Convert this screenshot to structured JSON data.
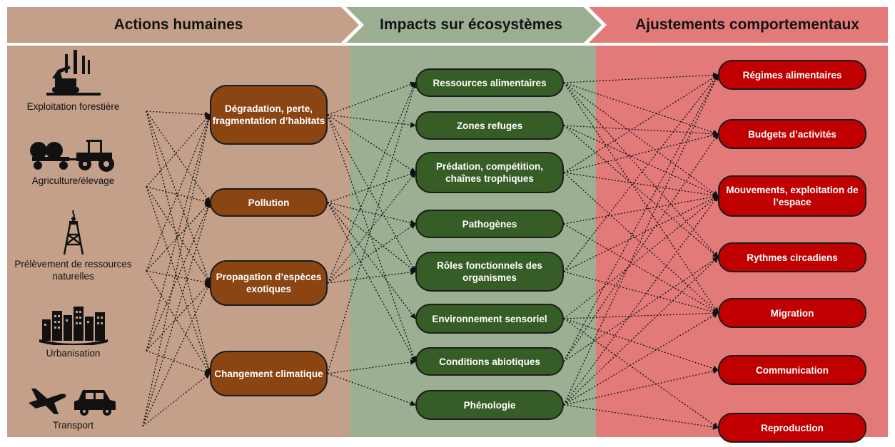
{
  "colors": {
    "actions_bg": "#c4a08a",
    "impacts_bg": "#9caf93",
    "adjust_bg": "#e27a7a",
    "action_box": "#8b4513",
    "impact_box": "#375d27",
    "adjust_box": "#c00000"
  },
  "headers": {
    "actions": "Actions humaines",
    "impacts": "Impacts sur écosystèmes",
    "adjust": "Ajustements comportementaux"
  },
  "sources": [
    {
      "label": "Exploitation forestière",
      "icon": "excavator-icon"
    },
    {
      "label": "Agriculture/élevage",
      "icon": "tractor-icon"
    },
    {
      "label": "Prélèvement de ressources naturelles",
      "icon": "oil-derrick-icon"
    },
    {
      "label": "Urbanisation",
      "icon": "city-icon"
    },
    {
      "label": "Transport",
      "icon": "plane-car-icon"
    }
  ],
  "actions": [
    {
      "label": "Dégradation, perte, fragmentation d’habitats"
    },
    {
      "label": "Pollution"
    },
    {
      "label": "Propagation d’espèces exotiques"
    },
    {
      "label": "Changement climatique"
    }
  ],
  "impacts": [
    {
      "label": "Ressources alimentaires"
    },
    {
      "label": "Zones refuges"
    },
    {
      "label": "Prédation, compétition, chaînes trophiques"
    },
    {
      "label": "Pathogènes"
    },
    {
      "label": "Rôles fonctionnels des organismes"
    },
    {
      "label": "Environnement sensoriel"
    },
    {
      "label": "Conditions abiotiques"
    },
    {
      "label": "Phénologie"
    }
  ],
  "adjustments": [
    {
      "label": "Régimes alimentaires"
    },
    {
      "label": "Budgets d’activités"
    },
    {
      "label": "Mouvements, exploitation de l’espace"
    },
    {
      "label": "Rythmes circadiens"
    },
    {
      "label": "Migration"
    },
    {
      "label": "Communication"
    },
    {
      "label": "Reproduction"
    }
  ],
  "links": {
    "source_to_action": [
      [
        0,
        0
      ],
      [
        0,
        1
      ],
      [
        0,
        2
      ],
      [
        0,
        3
      ],
      [
        1,
        0
      ],
      [
        1,
        1
      ],
      [
        1,
        2
      ],
      [
        1,
        3
      ],
      [
        2,
        0
      ],
      [
        2,
        1
      ],
      [
        2,
        2
      ],
      [
        2,
        3
      ],
      [
        3,
        0
      ],
      [
        3,
        1
      ],
      [
        3,
        2
      ],
      [
        3,
        3
      ],
      [
        4,
        0
      ],
      [
        4,
        1
      ],
      [
        4,
        2
      ],
      [
        4,
        3
      ]
    ],
    "action_to_impact": [
      [
        0,
        0
      ],
      [
        0,
        1
      ],
      [
        0,
        2
      ],
      [
        0,
        4
      ],
      [
        0,
        6
      ],
      [
        1,
        2
      ],
      [
        1,
        3
      ],
      [
        1,
        4
      ],
      [
        1,
        5
      ],
      [
        1,
        6
      ],
      [
        2,
        0
      ],
      [
        2,
        2
      ],
      [
        2,
        3
      ],
      [
        2,
        4
      ],
      [
        3,
        0
      ],
      [
        3,
        6
      ],
      [
        3,
        7
      ]
    ],
    "impact_to_adjust": [
      [
        0,
        0
      ],
      [
        0,
        1
      ],
      [
        0,
        2
      ],
      [
        0,
        3
      ],
      [
        0,
        4
      ],
      [
        1,
        1
      ],
      [
        1,
        2
      ],
      [
        1,
        3
      ],
      [
        2,
        0
      ],
      [
        2,
        1
      ],
      [
        2,
        2
      ],
      [
        2,
        4
      ],
      [
        3,
        2
      ],
      [
        3,
        4
      ],
      [
        4,
        0
      ],
      [
        4,
        2
      ],
      [
        4,
        4
      ],
      [
        5,
        2
      ],
      [
        5,
        4
      ],
      [
        5,
        5
      ],
      [
        5,
        6
      ],
      [
        6,
        0
      ],
      [
        6,
        1
      ],
      [
        6,
        3
      ],
      [
        7,
        0
      ],
      [
        7,
        2
      ],
      [
        7,
        3
      ],
      [
        7,
        4
      ],
      [
        7,
        5
      ],
      [
        7,
        6
      ]
    ]
  }
}
